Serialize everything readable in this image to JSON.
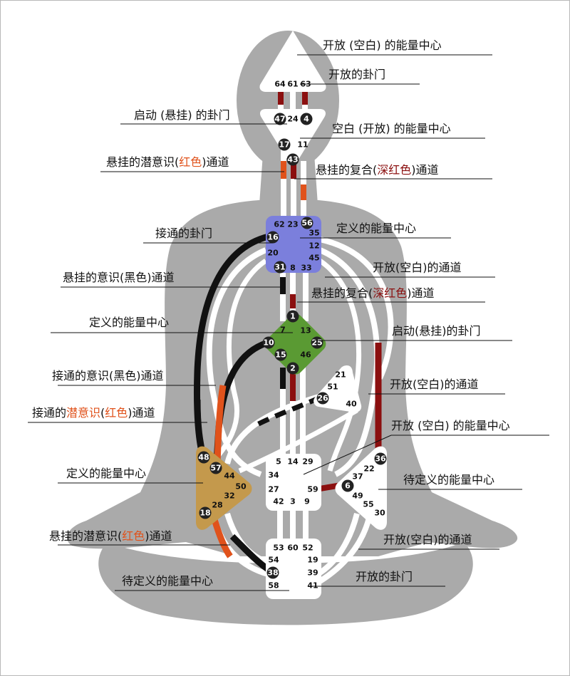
{
  "colors": {
    "silhouette": "#aaaaaa",
    "channel_white": "#ffffff",
    "red": "#e0521b",
    "dark_red": "#8b0f0f",
    "black": "#111111",
    "throat": "#7b7fdc",
    "g_center": "#5a9a33",
    "spleen": "#c4994c",
    "label_red": "#e0521b",
    "label_dark_red": "#8b0f0f"
  },
  "labels": {
    "head_open_center": "开放 (空白) 的能量中心",
    "head_open_gates": "开放的卦门",
    "ajna_hanging_gate": "启动 (悬挂) 的卦门",
    "ajna_open_center": "空白 (开放) 的能量中心",
    "hang_sub_pre": "悬挂的潜意识(",
    "hang_sub_red": "红色",
    "hang_sub_post": ")通道",
    "hang_combo_pre": "悬挂的复合(",
    "hang_combo_red": "深红色",
    "hang_combo_post": ")通道",
    "connected_gate": "接通的卦门",
    "throat_defined": "定义的能量中心",
    "hang_conscious": "悬挂的意识(黑色)通道",
    "open_channel_1": "开放(空白)的通道",
    "hang_combo2_pre": "悬挂的复合(",
    "hang_combo2_red": "深红色",
    "hang_combo2_post": ")通道",
    "g_defined": "定义的能量中心",
    "g_hanging_gate": "启动(悬挂)的卦门",
    "connected_conscious": "接通的意识(黑色)通道",
    "open_channel_2": "开放(空白)的通道",
    "connected_sub_pre": "接通的",
    "connected_sub_red1": "潜意识",
    "connected_sub_mid": "(",
    "connected_sub_red2": "红色",
    "connected_sub_post": ")通道",
    "sacral_open": "开放 (空白) 的能量中心",
    "spleen_defined": "定义的能量中心",
    "solar_pending": "待定义的能量中心",
    "hang_sub2_pre": "悬挂的潜意识(",
    "hang_sub2_red": "红色",
    "hang_sub2_post": ")通道",
    "open_channel_3": "开放(空白)的通道",
    "root_pending": "待定义的能量中心",
    "root_open_gates": "开放的卦门"
  },
  "gates": {
    "head": [
      "64",
      "61",
      "63"
    ],
    "ajna": [
      "47",
      "24",
      "4",
      "17",
      "11",
      "43"
    ],
    "throat": [
      "62",
      "23",
      "56",
      "16",
      "35",
      "12",
      "20",
      "45",
      "31",
      "8",
      "33"
    ],
    "g": [
      "1",
      "7",
      "13",
      "10",
      "25",
      "15",
      "46",
      "2"
    ],
    "heart": [
      "21",
      "51",
      "26",
      "40"
    ],
    "sacral": [
      "5",
      "14",
      "29",
      "34",
      "27",
      "59",
      "42",
      "3",
      "9"
    ],
    "spleen": [
      "48",
      "57",
      "44",
      "50",
      "32",
      "28",
      "18"
    ],
    "solar": [
      "36",
      "22",
      "37",
      "6",
      "49",
      "55",
      "30"
    ],
    "root": [
      "53",
      "60",
      "52",
      "54",
      "19",
      "38",
      "39",
      "58",
      "41"
    ]
  }
}
